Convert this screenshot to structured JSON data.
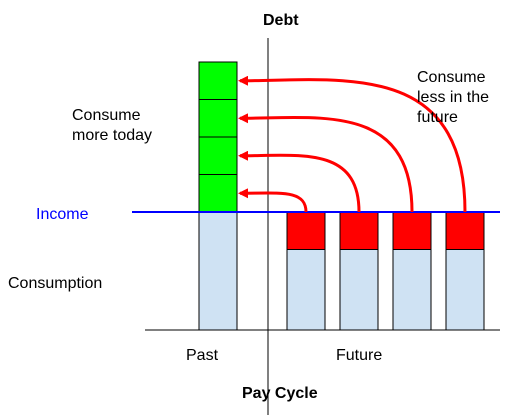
{
  "title": "Debt",
  "xaxis": "Pay Cycle",
  "income_label": "Income",
  "consumption_label": "Consumption",
  "left_note": "Consume\nmore today",
  "right_note": "Consume\nless in the\nfuture",
  "past_label": "Past",
  "future_label": "Future",
  "colors": {
    "green": "#00ff00",
    "red": "#ff0000",
    "blue": "#0000ff",
    "consumption_fill": "#cfe2f3",
    "arrow": "#ff0000"
  },
  "chart_data": {
    "type": "stacked-bar",
    "past": {
      "consumption_units": 1,
      "debt_blocks": 4
    },
    "future": [
      {
        "consumption_units": 1,
        "repayment_blocks": 1
      },
      {
        "consumption_units": 1,
        "repayment_blocks": 1
      },
      {
        "consumption_units": 1,
        "repayment_blocks": 1
      },
      {
        "consumption_units": 1,
        "repayment_blocks": 1
      }
    ]
  }
}
